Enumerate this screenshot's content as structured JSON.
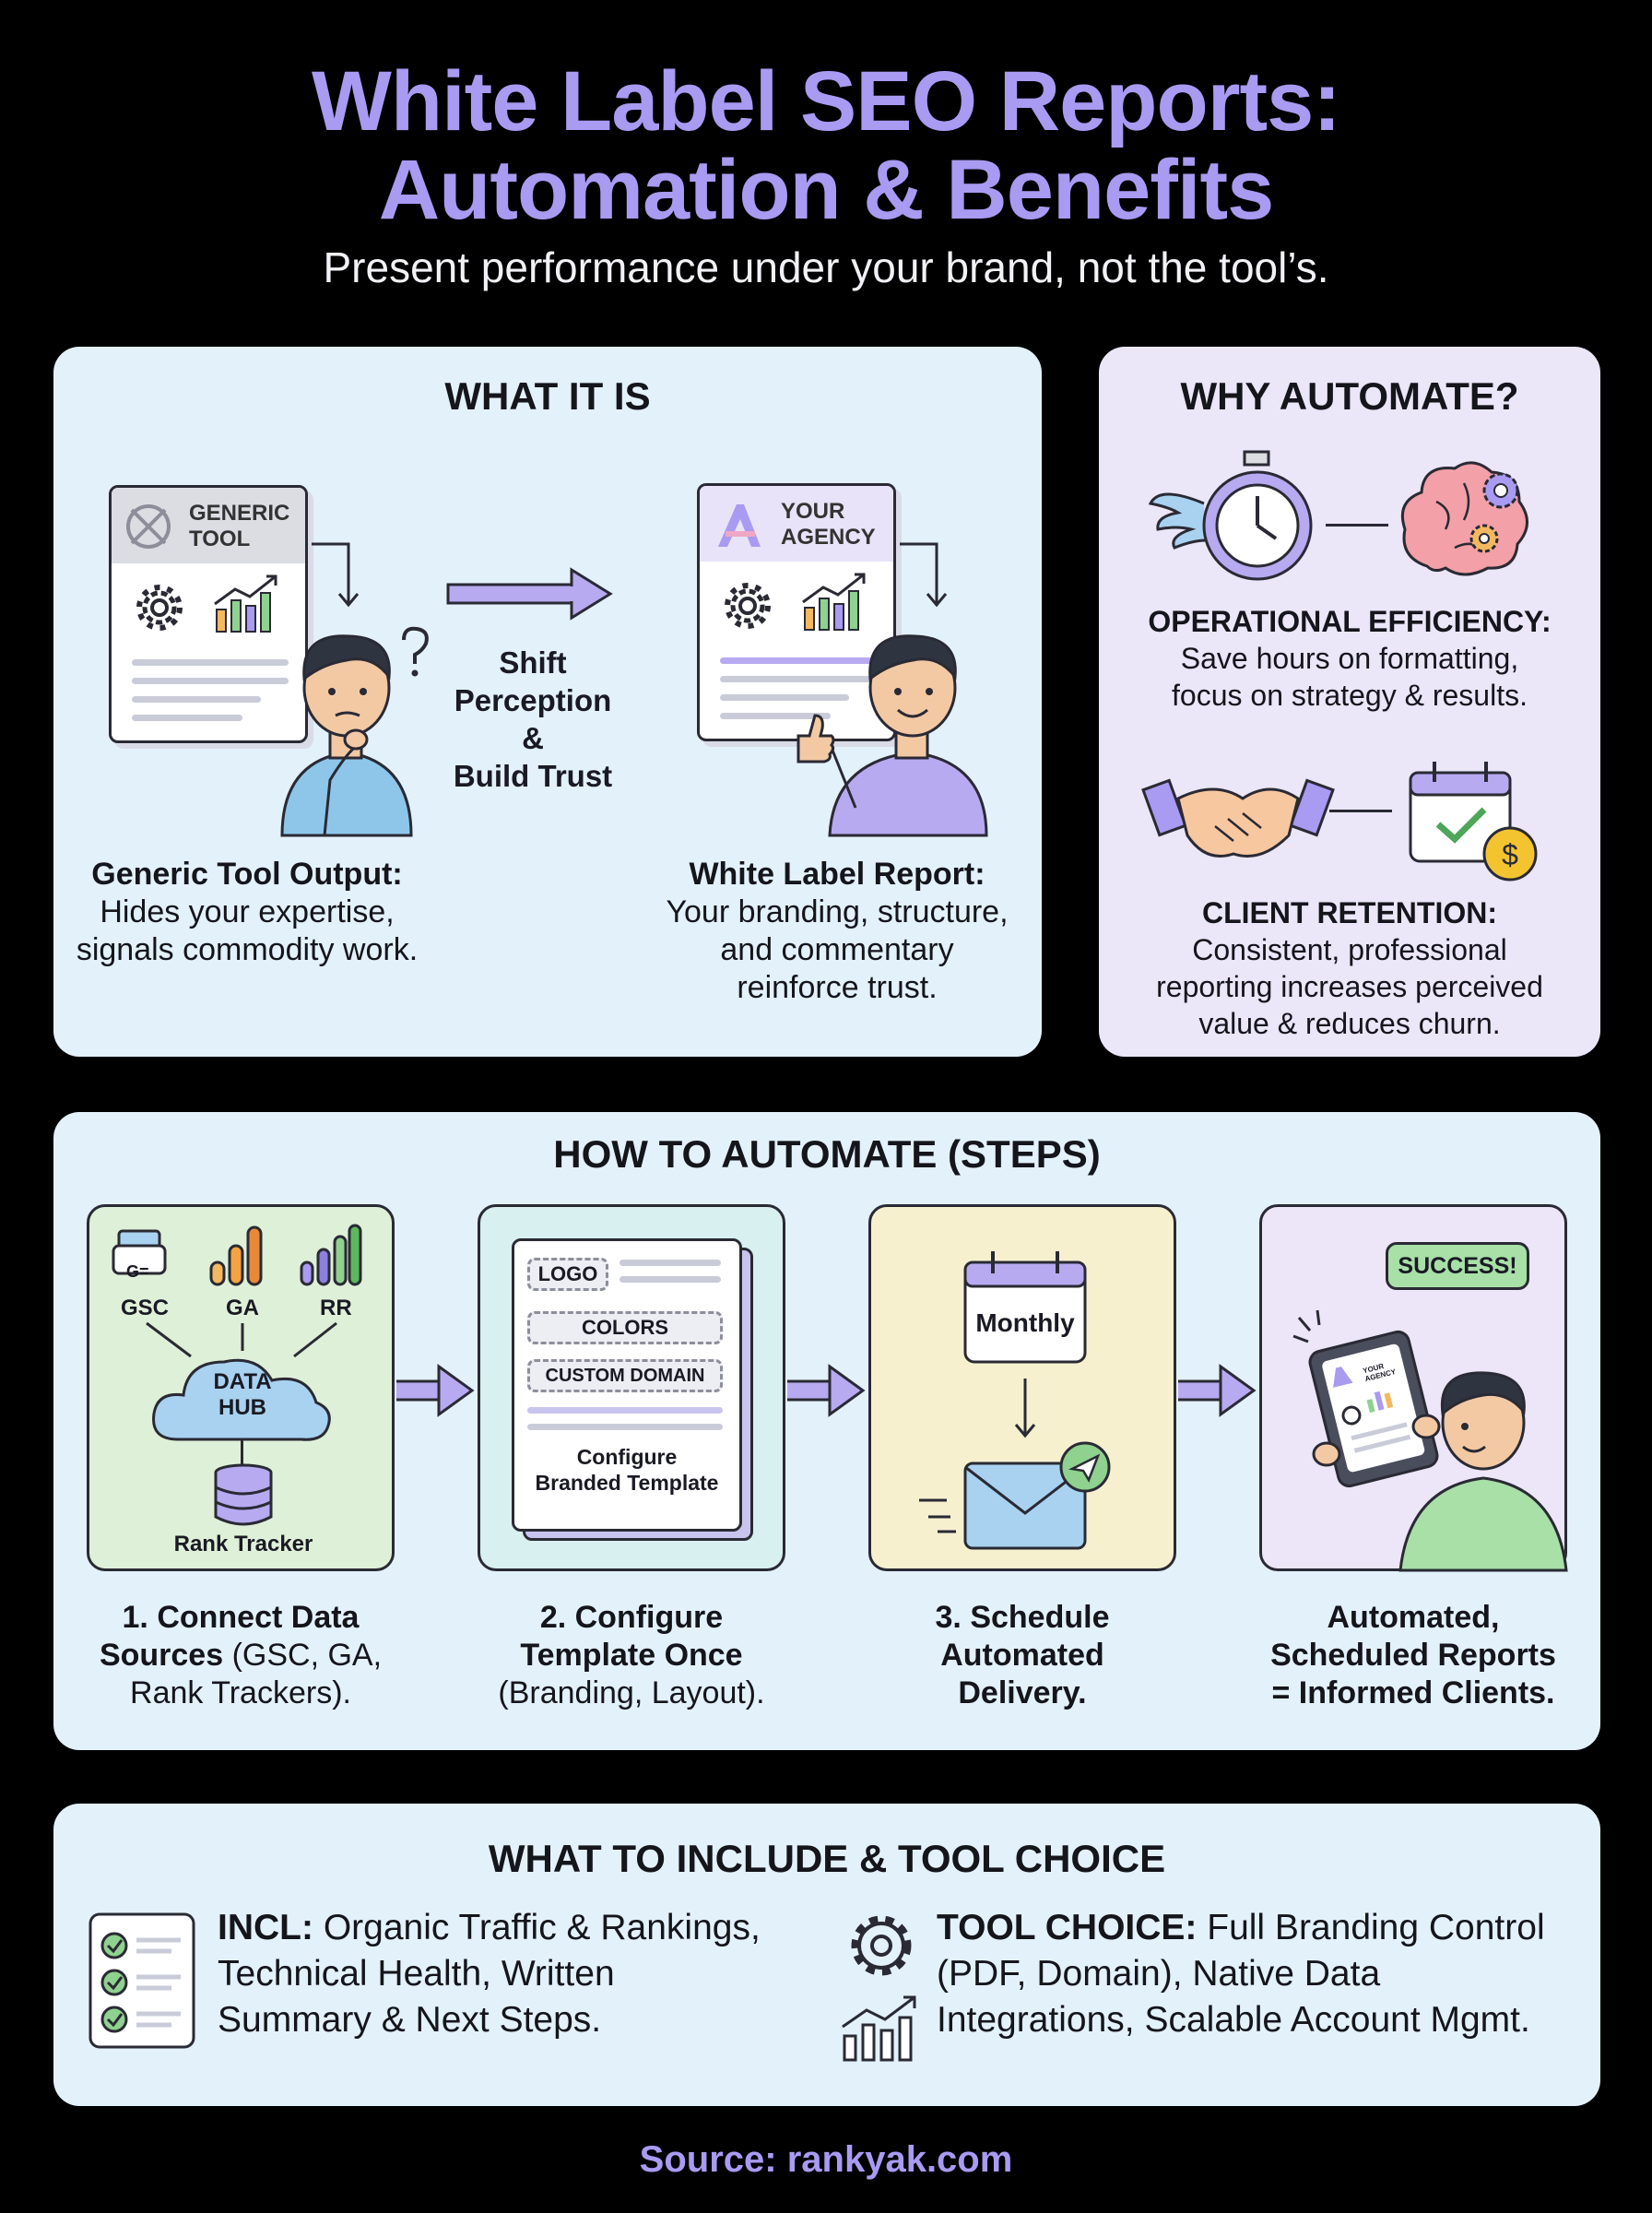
{
  "header": {
    "title_line1": "White Label SEO Reports:",
    "title_line2": "Automation & Benefits",
    "subtitle": "Present performance under your brand, not the tool’s."
  },
  "what_it_is": {
    "title": "WHAT IT IS",
    "generic_doc_label_1": "GENERIC",
    "generic_doc_label_2": "TOOL",
    "agency_doc_label_1": "YOUR",
    "agency_doc_label_2": "AGENCY",
    "shift_1": "Shift",
    "shift_2": "Perception &",
    "shift_3": "Build Trust",
    "generic_caption_title": "Generic Tool Output:",
    "generic_caption_1": "Hides your expertise,",
    "generic_caption_2": "signals commodity work.",
    "wl_caption_title": "White Label Report:",
    "wl_caption_1": "Your branding, structure,",
    "wl_caption_2": "and commentary",
    "wl_caption_3": "reinforce trust."
  },
  "why_automate": {
    "title": "WHY AUTOMATE?",
    "efficiency_title": "OPERATIONAL EFFICIENCY:",
    "efficiency_1": "Save hours on formatting,",
    "efficiency_2": "focus on strategy & results.",
    "retention_title": "CLIENT RETENTION:",
    "retention_1": "Consistent, professional",
    "retention_2": "reporting increases perceived",
    "retention_3": "value & reduces churn."
  },
  "how_to": {
    "title": "HOW TO AUTOMATE (STEPS)",
    "step1": {
      "gsc": "GSC",
      "ga": "GA",
      "rr": "RR",
      "hub_1": "DATA",
      "hub_2": "HUB",
      "rank_tracker": "Rank Tracker",
      "caption_bold_1": "1. Connect Data",
      "caption_bold_2": "Sources",
      "caption_rest_2": " (GSC, GA,",
      "caption_3": "Rank Trackers)."
    },
    "step2": {
      "logo": "LOGO",
      "colors": "COLORS",
      "custom_domain": "CUSTOM DOMAIN",
      "doc_1": "Configure",
      "doc_2": "Branded Template",
      "caption_bold_1": "2. Configure",
      "caption_bold_2": "Template Once",
      "caption_3": "(Branding, Layout)."
    },
    "step3": {
      "monthly": "Monthly",
      "caption_1": "3. Schedule",
      "caption_2": "Automated",
      "caption_3": "Delivery."
    },
    "step4": {
      "success": "SUCCESS!",
      "tablet_label": "YOUR AGENCY",
      "caption_1": "Automated,",
      "caption_2": "Scheduled Reports",
      "caption_3": "= Informed Clients."
    }
  },
  "include": {
    "title": "WHAT TO INCLUDE & TOOL CHOICE",
    "incl_bold": "INCL:",
    "incl_1": " Organic Traffic & Rankings,",
    "incl_2": "Technical Health, Written",
    "incl_3": "Summary & Next Steps.",
    "tool_bold": "TOOL CHOICE:",
    "tool_1": " Full Branding Control",
    "tool_2": "(PDF, Domain), Native Data",
    "tool_3": "Integrations, Scalable Account Mgmt."
  },
  "footer": {
    "source": "Source: rankyak.com"
  },
  "colors": {
    "accent": "#a99af2",
    "panel_blue": "#e3f1fa",
    "panel_purple": "#ebe6f8",
    "step1_bg": "#dff0d8",
    "step2_bg": "#d8f0ef",
    "step3_bg": "#f7f0cf",
    "step4_bg": "#ece6f8"
  }
}
